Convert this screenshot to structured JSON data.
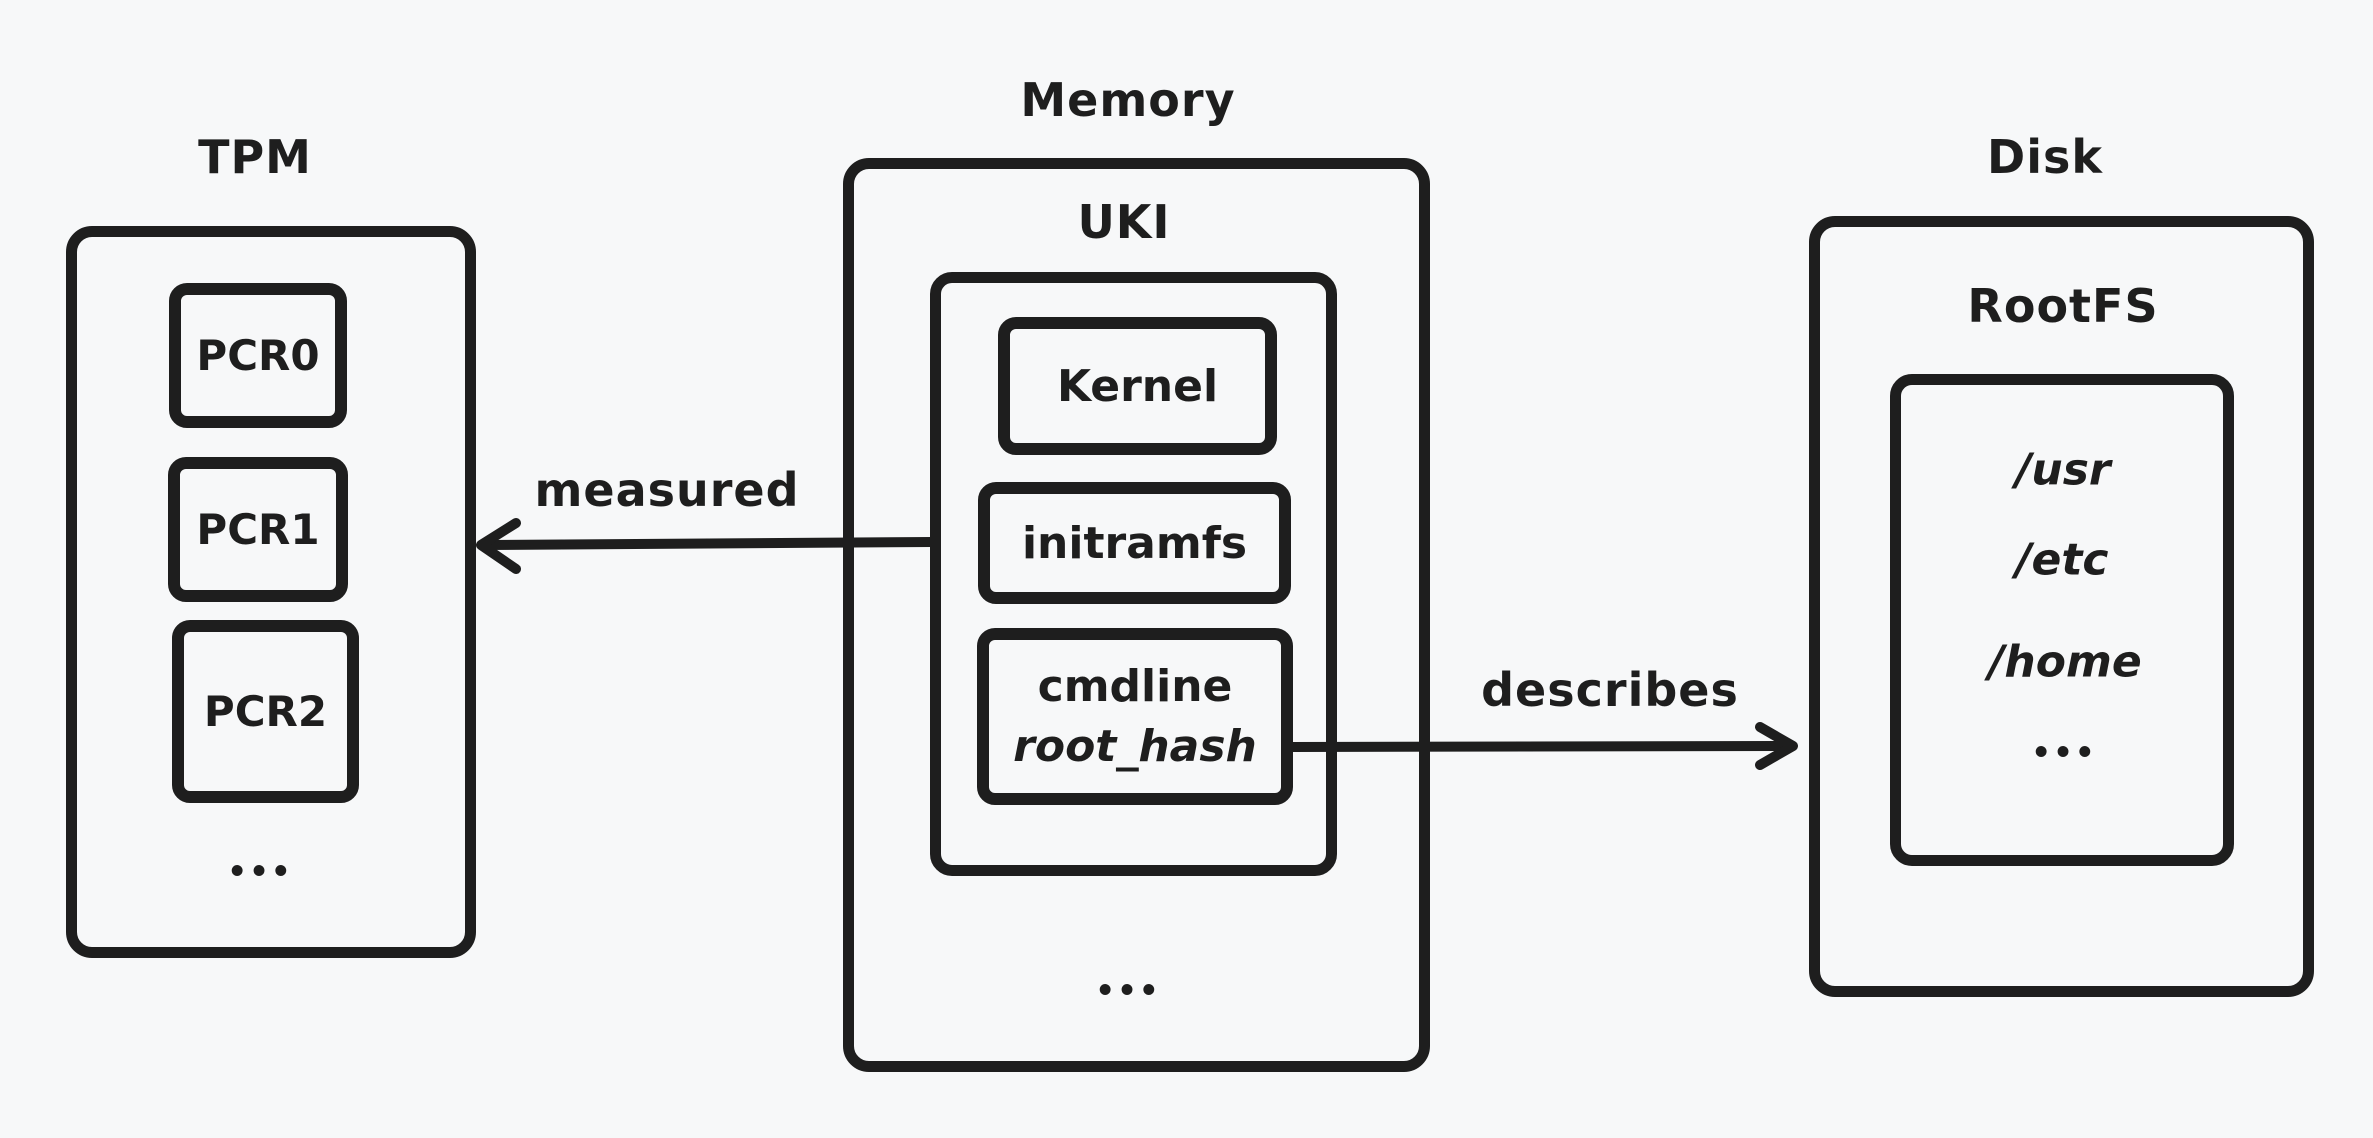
{
  "canvas": {
    "background": "#f7f8f9",
    "stroke": "#1e1e1e"
  },
  "tpm": {
    "title": "TPM",
    "registers": [
      "PCR0",
      "PCR1",
      "PCR2"
    ],
    "ellipsis": "•••"
  },
  "memory": {
    "title": "Memory",
    "ellipsis": "•••",
    "uki": {
      "title": "UKI",
      "kernel_label": "Kernel",
      "initramfs_label": "initramfs",
      "cmdline_line1": "cmdline",
      "cmdline_line2": "root_hash"
    }
  },
  "disk": {
    "title": "Disk",
    "rootfs": {
      "title": "RootFS",
      "entries": [
        "/usr",
        "/etc",
        "/home"
      ],
      "ellipsis": "•••"
    }
  },
  "arrows": {
    "measured_label": "measured",
    "describes_label": "describes"
  }
}
